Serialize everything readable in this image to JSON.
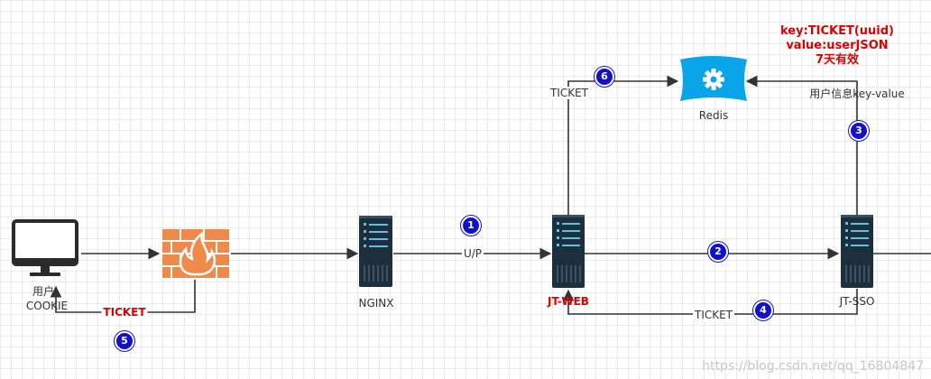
{
  "nodes": {
    "user_label": "用户",
    "cookie_label": "COOKIE",
    "nginx_label": "NGINX",
    "jt_web_label": "JT-WEB",
    "jt_sso_label": "JT-SSO",
    "redis_label": "Redis"
  },
  "annotations": {
    "redis_key": "key:TICKET(uuid)",
    "redis_value": "value:userJSON",
    "redis_ttl": "7天有效"
  },
  "edges": {
    "up_label": "U/P",
    "ticket_web_redis": "TICKET",
    "user_info_kv": "用户信息key-value",
    "ticket_sso_web": "TICKET",
    "ticket_to_user": "TICKET"
  },
  "steps": [
    "1",
    "2",
    "3",
    "4",
    "5",
    "6"
  ],
  "watermark": "https://blog.csdn.net/qq_16804847",
  "colors": {
    "line": "#333333",
    "highlight": "#e00000",
    "badge": "#1111cc",
    "redis": "#0aa4e8",
    "firewall": "#f08a4b",
    "server": "#1d2e3d"
  }
}
